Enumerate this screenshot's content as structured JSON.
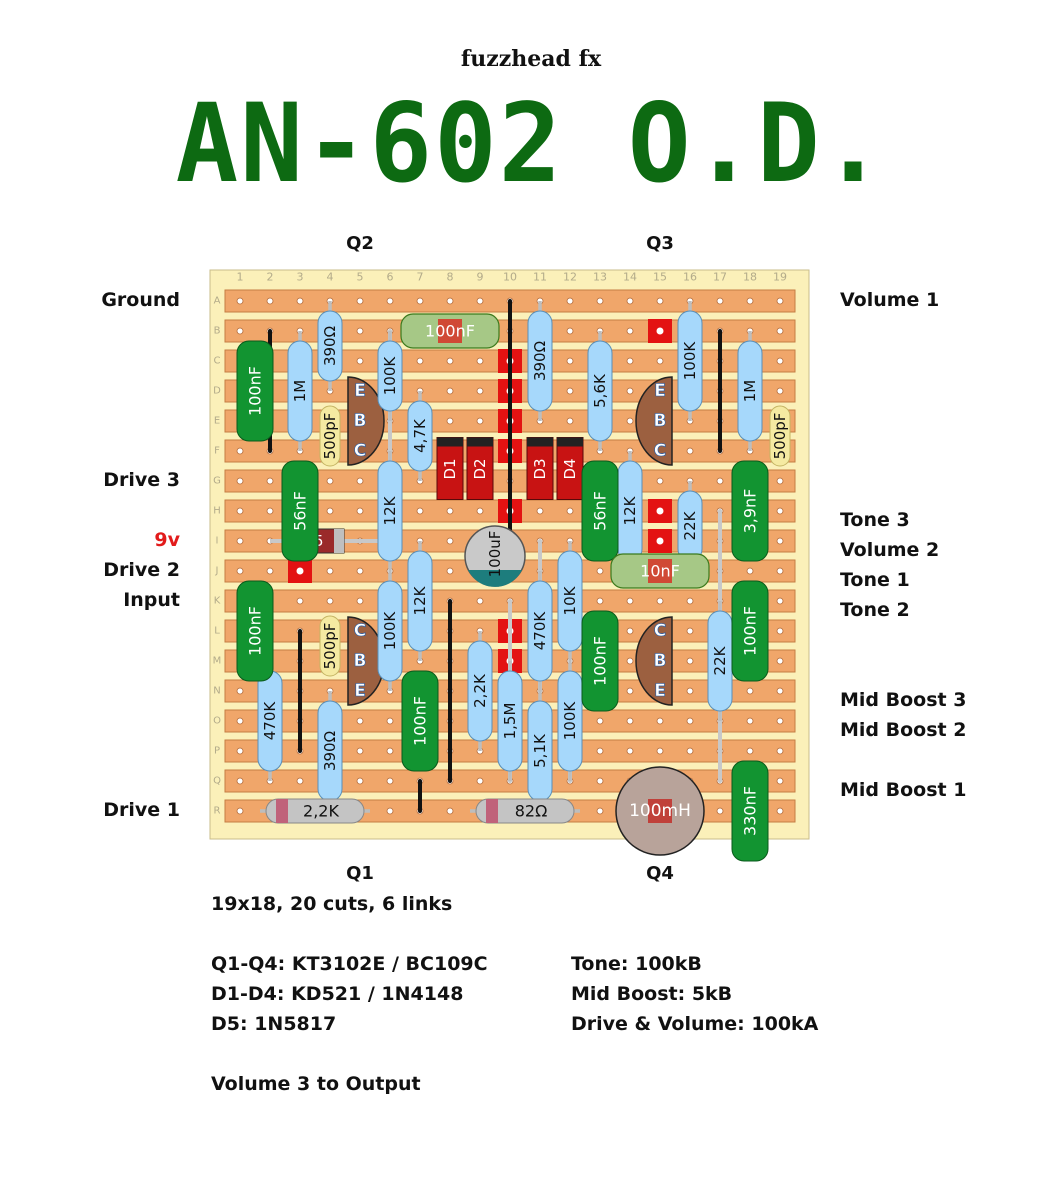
{
  "header": {
    "brand": "fuzzhead fx",
    "title": "AN-602 O.D."
  },
  "colors": {
    "title": "#0d6a12",
    "board": "#fbf0b9",
    "strip": "#f0a66a",
    "cut": "#e31212",
    "resistor": "#a6d8fb",
    "film_cap": "#129431",
    "ceramic_cap": "#f5eaa2",
    "transistor": "#9c6040",
    "diode": "#c81313",
    "link": "#111111",
    "power_label": "#e21b1b"
  },
  "board": {
    "columns": [
      "1",
      "2",
      "3",
      "4",
      "5",
      "6",
      "7",
      "8",
      "9",
      "10",
      "11",
      "12",
      "13",
      "14",
      "15",
      "16",
      "17",
      "18",
      "19"
    ],
    "rows": [
      "A",
      "B",
      "C",
      "D",
      "E",
      "F",
      "G",
      "H",
      "I",
      "J",
      "K",
      "L",
      "M",
      "N",
      "O",
      "P",
      "Q",
      "R"
    ]
  },
  "transistor_labels": {
    "q1": "Q1",
    "q2": "Q2",
    "q3": "Q3",
    "q4": "Q4"
  },
  "left_labels": [
    {
      "id": "ground",
      "text": "Ground",
      "row": 0
    },
    {
      "id": "drive3",
      "text": "Drive 3",
      "row": 6
    },
    {
      "id": "9v",
      "text": "9v",
      "row": 8,
      "red": true
    },
    {
      "id": "drive2",
      "text": "Drive 2",
      "row": 9
    },
    {
      "id": "input",
      "text": "Input",
      "row": 10
    },
    {
      "id": "drive1",
      "text": "Drive 1",
      "row": 17
    }
  ],
  "right_labels": [
    {
      "id": "volume1",
      "text": "Volume 1",
      "row": 0
    },
    {
      "id": "tone3",
      "text": "Tone 3",
      "row": 7.33
    },
    {
      "id": "volume2",
      "text": "Volume 2",
      "row": 8.33
    },
    {
      "id": "tone1",
      "text": "Tone 1",
      "row": 9.33
    },
    {
      "id": "tone2",
      "text": "Tone 2",
      "row": 10.33
    },
    {
      "id": "midboost3",
      "text": "Mid Boost 3",
      "row": 13.33
    },
    {
      "id": "midboost2",
      "text": "Mid Boost 2",
      "row": 14.33
    },
    {
      "id": "midboost1",
      "text": "Mid Boost 1",
      "row": 16.33
    }
  ],
  "notes": {
    "size": "19x18, 20 cuts, 6 links",
    "q_parts": "Q1-Q4: KT3102E / BC109C",
    "d_parts": "D1-D4: KD521 / 1N4148",
    "d5_part": "D5: 1N5817",
    "output": "Volume 3 to Output",
    "tone": "Tone: 100kB",
    "mid_boost": "Mid Boost: 5kB",
    "drive_volume": "Drive & Volume: 100kA"
  },
  "cuts": [
    [
      15,
      1
    ],
    [
      10,
      2
    ],
    [
      10,
      3
    ],
    [
      10,
      4
    ],
    [
      10,
      5
    ],
    [
      10,
      7
    ],
    [
      15,
      7
    ],
    [
      15,
      8
    ],
    [
      3,
      9
    ],
    [
      10,
      11
    ],
    [
      10,
      12
    ],
    [
      10,
      13
    ],
    [
      10,
      14
    ]
  ],
  "links": [
    {
      "c": 2,
      "r1": 1,
      "r2": 5,
      "color": "#111111"
    },
    {
      "c": 10,
      "r1": 0,
      "r2": 9,
      "color": "#111111"
    },
    {
      "c": 17,
      "r1": 1,
      "r2": 5,
      "color": "#111111"
    },
    {
      "c": 3,
      "r1": 11,
      "r2": 15,
      "color": "#111111"
    },
    {
      "c": 8,
      "r1": 10,
      "r2": 16,
      "color": "#111111"
    },
    {
      "c": 7,
      "r1": 16,
      "r2": 17,
      "color": "#111111"
    },
    {
      "c": 17,
      "r1": 7,
      "r2": 16,
      "color": "#c8c8c8"
    },
    {
      "c": 6,
      "r1": 1,
      "r2": 6,
      "color": "#c8c8c8"
    },
    {
      "c": 11,
      "r1": 8,
      "r2": 13,
      "color": "#c8c8c8"
    },
    {
      "c": 10,
      "r1": 10,
      "r2": 16,
      "color": "#c8c8c8"
    },
    {
      "c": 12,
      "r1": 13,
      "r2": 16,
      "color": "#c8c8c8"
    }
  ],
  "resistors_v": [
    {
      "c": 3,
      "r1": 1,
      "r2": 5,
      "label": "1M"
    },
    {
      "c": 4,
      "r1": 0,
      "r2": 3,
      "label": "390Ω"
    },
    {
      "c": 6,
      "r1": 1,
      "r2": 4,
      "label": "100K"
    },
    {
      "c": 7,
      "r1": 3,
      "r2": 6,
      "label": "4,7K"
    },
    {
      "c": 11,
      "r1": 0,
      "r2": 4,
      "label": "390Ω"
    },
    {
      "c": 13,
      "r1": 1,
      "r2": 5,
      "label": "5,6K"
    },
    {
      "c": 16,
      "r1": 0,
      "r2": 4,
      "label": "100K"
    },
    {
      "c": 18,
      "r1": 1,
      "r2": 5,
      "label": "1M"
    },
    {
      "c": 6,
      "r1": 5,
      "r2": 9,
      "label": "12K"
    },
    {
      "c": 14,
      "r1": 5,
      "r2": 9,
      "label": "12K"
    },
    {
      "c": 16,
      "r1": 6,
      "r2": 9,
      "label": "22K"
    },
    {
      "c": 7,
      "r1": 8,
      "r2": 12,
      "label": "12K"
    },
    {
      "c": 6,
      "r1": 9,
      "r2": 13,
      "label": "100K"
    },
    {
      "c": 11,
      "r1": 9,
      "r2": 13,
      "label": "470K"
    },
    {
      "c": 12,
      "r1": 8,
      "r2": 12,
      "label": "10K"
    },
    {
      "c": 17,
      "r1": 10,
      "r2": 14,
      "label": "22K"
    },
    {
      "c": 9,
      "r1": 11,
      "r2": 15,
      "label": "2,2K"
    },
    {
      "c": 10,
      "r1": 12,
      "r2": 16,
      "label": "1,5M"
    },
    {
      "c": 2,
      "r1": 12,
      "r2": 16,
      "label": "470K"
    },
    {
      "c": 4,
      "r1": 13,
      "r2": 17,
      "label": "390Ω"
    },
    {
      "c": 11,
      "r1": 13,
      "r2": 17,
      "label": "5,1K"
    },
    {
      "c": 12,
      "r1": 12,
      "r2": 16,
      "label": "100K"
    }
  ],
  "resistors_h": [
    {
      "r": 17,
      "c1": 2,
      "c2": 5,
      "label": "2,2K"
    },
    {
      "r": 17,
      "c1": 9,
      "c2": 12,
      "label": "82Ω"
    }
  ],
  "film_caps": [
    {
      "c": 1.5,
      "r1": 1.5,
      "r2": 4.5,
      "label": "100nF"
    },
    {
      "c": 3.0,
      "r1": 5.5,
      "r2": 8.5,
      "label": "56nF"
    },
    {
      "c": 13.0,
      "r1": 5.5,
      "r2": 8.5,
      "label": "56nF"
    },
    {
      "c": 18.0,
      "r1": 5.5,
      "r2": 8.5,
      "label": "3,9nF"
    },
    {
      "c": 1.5,
      "r1": 9.5,
      "r2": 12.5,
      "label": "100nF"
    },
    {
      "c": 13.0,
      "r1": 10.5,
      "r2": 13.5,
      "label": "100nF"
    },
    {
      "c": 18.0,
      "r1": 9.5,
      "r2": 12.5,
      "label": "100nF"
    },
    {
      "c": 7.0,
      "r1": 12.5,
      "r2": 15.5,
      "label": "100nF"
    },
    {
      "c": 18.0,
      "r1": 15.5,
      "r2": 18.5,
      "label": "330nF"
    }
  ],
  "green_caps_h": [
    {
      "r": 1,
      "c1": 6.5,
      "c2": 9.5,
      "label": "100nF"
    },
    {
      "r": 9,
      "c1": 13.5,
      "c2": 16.5,
      "label": "10nF"
    }
  ],
  "ceramic_caps": [
    {
      "c": 4.0,
      "r1": 3.5,
      "r2": 5.5,
      "label": "500pF"
    },
    {
      "c": 19.0,
      "r1": 3.5,
      "r2": 5.5,
      "label": "500pF"
    },
    {
      "c": 4.0,
      "r1": 10.5,
      "r2": 12.5,
      "label": "500pF"
    }
  ],
  "transistors": [
    {
      "id": "q2",
      "c": 5,
      "r": 4,
      "pins": [
        "E",
        "B",
        "C"
      ],
      "flat": "left"
    },
    {
      "id": "q3",
      "c": 15,
      "r": 4,
      "pins": [
        "E",
        "B",
        "C"
      ],
      "flat": "right"
    },
    {
      "id": "q1",
      "c": 5,
      "r": 12,
      "pins": [
        "C",
        "B",
        "E"
      ],
      "flat": "left"
    },
    {
      "id": "q4",
      "c": 15,
      "r": 12,
      "pins": [
        "C",
        "B",
        "E"
      ],
      "flat": "right"
    }
  ],
  "diodes": [
    {
      "c": 8,
      "label": "D1"
    },
    {
      "c": 9,
      "label": "D2"
    },
    {
      "c": 11,
      "label": "D3"
    },
    {
      "c": 12,
      "label": "D4"
    }
  ],
  "d5": {
    "label": "D5",
    "r": 8,
    "c1": 3,
    "c2": 6
  },
  "electrolytic": {
    "label": "100uF",
    "c": 9.5,
    "r": 8.5
  },
  "inductor": {
    "label": "100mH",
    "c": 15,
    "r": 17
  }
}
